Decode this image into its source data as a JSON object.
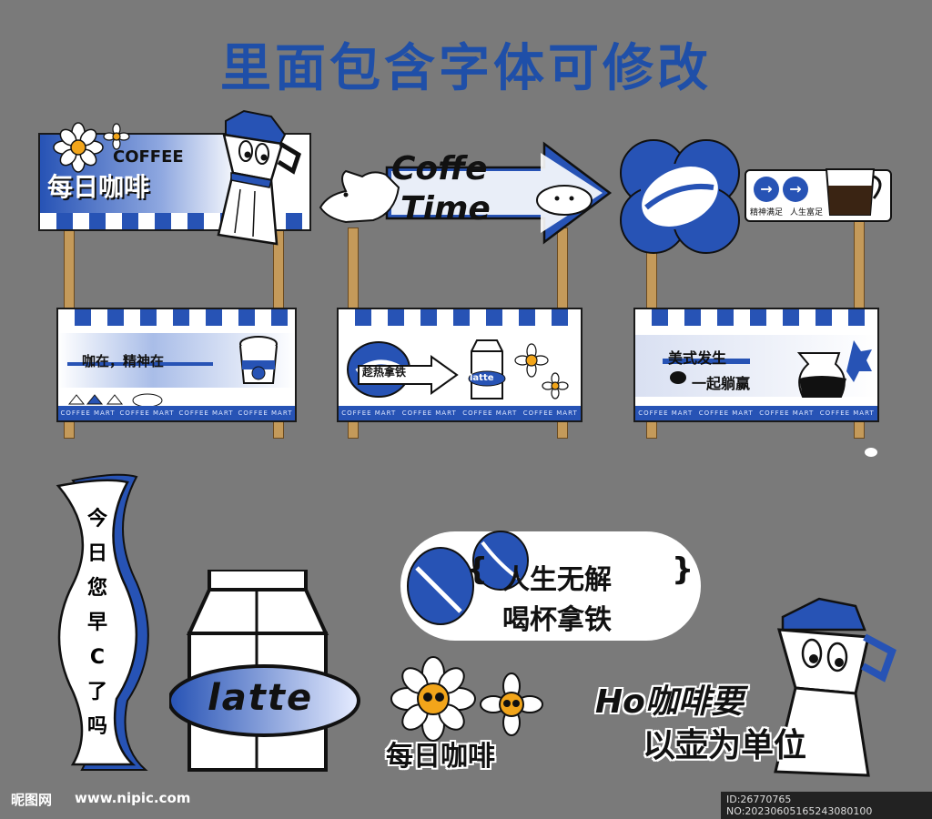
{
  "title": "里面包含字体可修改",
  "stall1": {
    "coffee_label": "COFFEE",
    "sign_text": "每日咖啡",
    "board_text": "咖在，精神在",
    "strip_labels": [
      "COFFEE MART",
      "COFFEE MART",
      "COFFEE MART",
      "COFFEE MART"
    ]
  },
  "stall2": {
    "arrow_line1": "Coffe",
    "arrow_line2": "Time",
    "board_arrow_text": "趁热拿铁",
    "carton_label": "latte",
    "strip_labels": [
      "COFFEE MART",
      "COFFEE MART",
      "COFFEE MART",
      "COFFEE MART"
    ]
  },
  "stall3": {
    "sign_left": "精神满足",
    "sign_right": "人生富足",
    "board_line1": "美式发生",
    "board_line2": "一起躺赢",
    "strip_labels": [
      "COFFEE MART",
      "COFFEE MART",
      "COFFEE MART",
      "COFFEE MART"
    ]
  },
  "props": {
    "ribbon_text": [
      "今",
      "日",
      "您",
      "早",
      "C",
      "了",
      "吗"
    ],
    "carton_label": "latte",
    "bean_line1": "人生无解",
    "bean_line2": "喝杯拿铁",
    "flower_text": "每日咖啡",
    "pot_line1": "Ho咖啡要",
    "pot_line2": "以壶为单位"
  },
  "footer": {
    "logo_text": "昵图网",
    "site": "www.nipic.com",
    "id_text": "ID:26770765 NO:20230605165243080100"
  },
  "colors": {
    "blue": "#2753b5",
    "background": "#7a7a7a",
    "title": "#1f4fa8"
  }
}
